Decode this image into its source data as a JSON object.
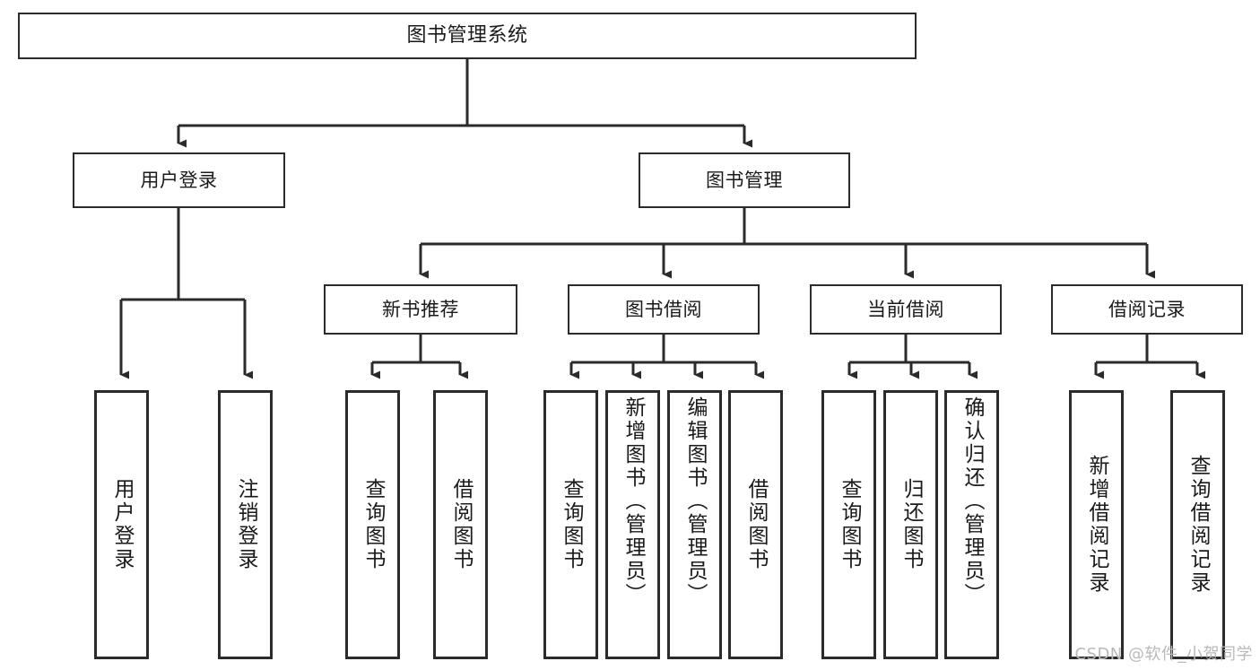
{
  "diagram": {
    "type": "tree-hierarchy",
    "title": "图书管理系统",
    "watermark": "CSDN @软件_小贺同学",
    "colors": {
      "box_border": "#2b2b2b",
      "box_fill": "#ffffff",
      "connector": "#2b2b2b",
      "text": "#1a1a1a",
      "watermark": "#b9b9b9",
      "background": "#ffffff"
    },
    "root": {
      "label": "图书管理系统"
    },
    "level1": [
      {
        "label": "用户登录"
      },
      {
        "label": "图书管理"
      }
    ],
    "level2": [
      {
        "label": "新书推荐"
      },
      {
        "label": "图书借阅"
      },
      {
        "label": "当前借阅"
      },
      {
        "label": "借阅记录"
      }
    ],
    "leaves": {
      "user_login": [
        {
          "label": "用户登录"
        },
        {
          "label": "注销登录"
        }
      ],
      "new_book_recommend": [
        {
          "label": "查询图书"
        },
        {
          "label": "借阅图书"
        }
      ],
      "book_borrow": [
        {
          "label": "查询图书"
        },
        {
          "label": "新增图书（管理员）"
        },
        {
          "label": "编辑图书（管理员）"
        },
        {
          "label": "借阅图书"
        }
      ],
      "current_borrow": [
        {
          "label": "查询图书"
        },
        {
          "label": "归还图书"
        },
        {
          "label": "确认归还（管理员）"
        }
      ],
      "borrow_record": [
        {
          "label": "新增借阅记录"
        },
        {
          "label": "查询借阅记录"
        }
      ]
    }
  }
}
